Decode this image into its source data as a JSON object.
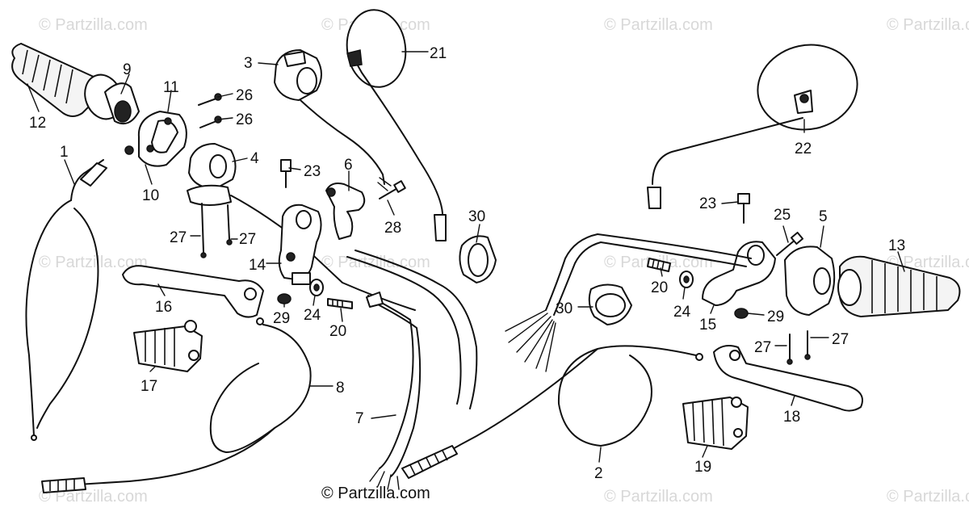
{
  "watermark": "© Partzilla.com",
  "copyright": "© Partzilla.com",
  "callouts": {
    "p1": "1",
    "p2": "2",
    "p3": "3",
    "p4": "4",
    "p5": "5",
    "p6": "6",
    "p7": "7",
    "p8": "8",
    "p9": "9",
    "p10": "10",
    "p11": "11",
    "p12": "12",
    "p13": "13",
    "p14": "14",
    "p15": "15",
    "p16": "16",
    "p17": "17",
    "p18": "18",
    "p19": "19",
    "p20": "20",
    "p21": "21",
    "p22": "22",
    "p23": "23",
    "p24": "24",
    "p25": "25",
    "p26": "26",
    "p27": "27",
    "p28": "28",
    "p29": "29",
    "p30": "30"
  }
}
